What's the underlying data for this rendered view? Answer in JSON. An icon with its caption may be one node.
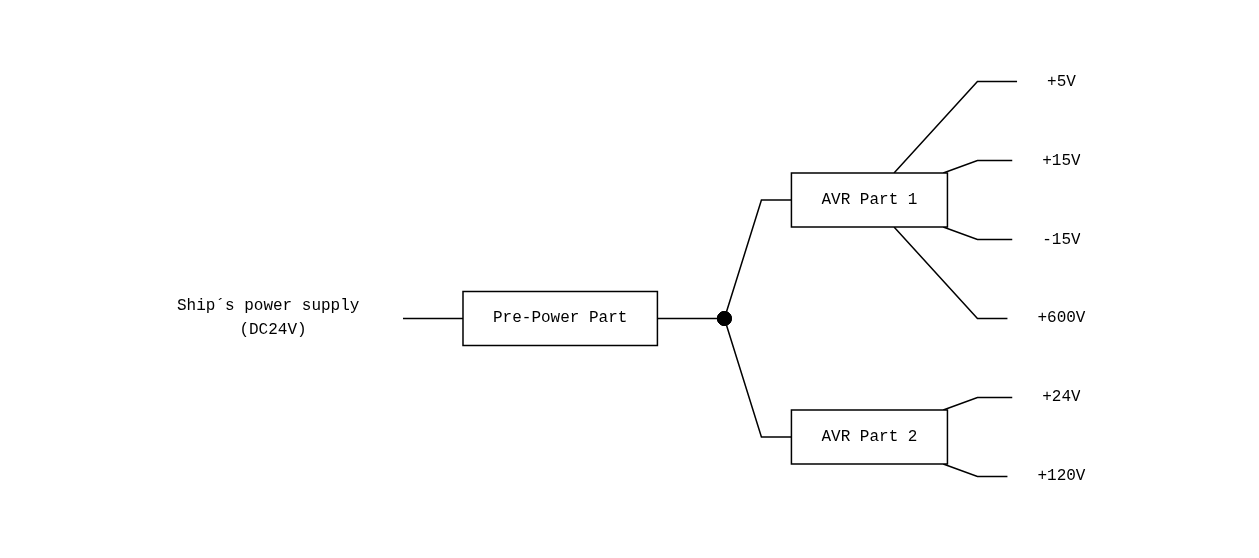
{
  "diagram": {
    "nodes": [
      {
        "text": [
          "Ship´s power supply (DC24V)"
        ]
      },
      {
        "text": [
          "Pre-Power Part"
        ]
      },
      {
        "text": [],
        "shape": "circle"
      },
      {
        "text": [
          "AVR Part 1"
        ]
      },
      {
        "text": [
          "AVR Part 2"
        ]
      },
      {
        "text": [
          "+5V"
        ]
      },
      {
        "text": [
          "+15V"
        ]
      },
      {
        "text": [
          "-15V"
        ]
      },
      {
        "text": [
          "+600V"
        ]
      },
      {
        "text": [
          "+24V"
        ]
      },
      {
        "text": [
          "+120V"
        ]
      }
    ],
    "edges": [
      {
        "from": 0,
        "to": 1,
        "arrow": "none"
      },
      {
        "from": 1,
        "to": 2,
        "arrow": "none"
      },
      {
        "from": 2,
        "to": 3,
        "arrow": "none"
      },
      {
        "from": 2,
        "to": 4,
        "arrow": "none"
      },
      {
        "from": 3,
        "to": 5,
        "arrow": "none"
      },
      {
        "from": 3,
        "to": 6,
        "arrow": "none"
      },
      {
        "from": 3,
        "to": 7,
        "arrow": "none"
      },
      {
        "from": 3,
        "to": 8,
        "arrow": "none"
      },
      {
        "from": 4,
        "to": 9,
        "arrow": "none"
      },
      {
        "from": 4,
        "to": 10,
        "arrow": "none"
      }
    ]
  }
}
